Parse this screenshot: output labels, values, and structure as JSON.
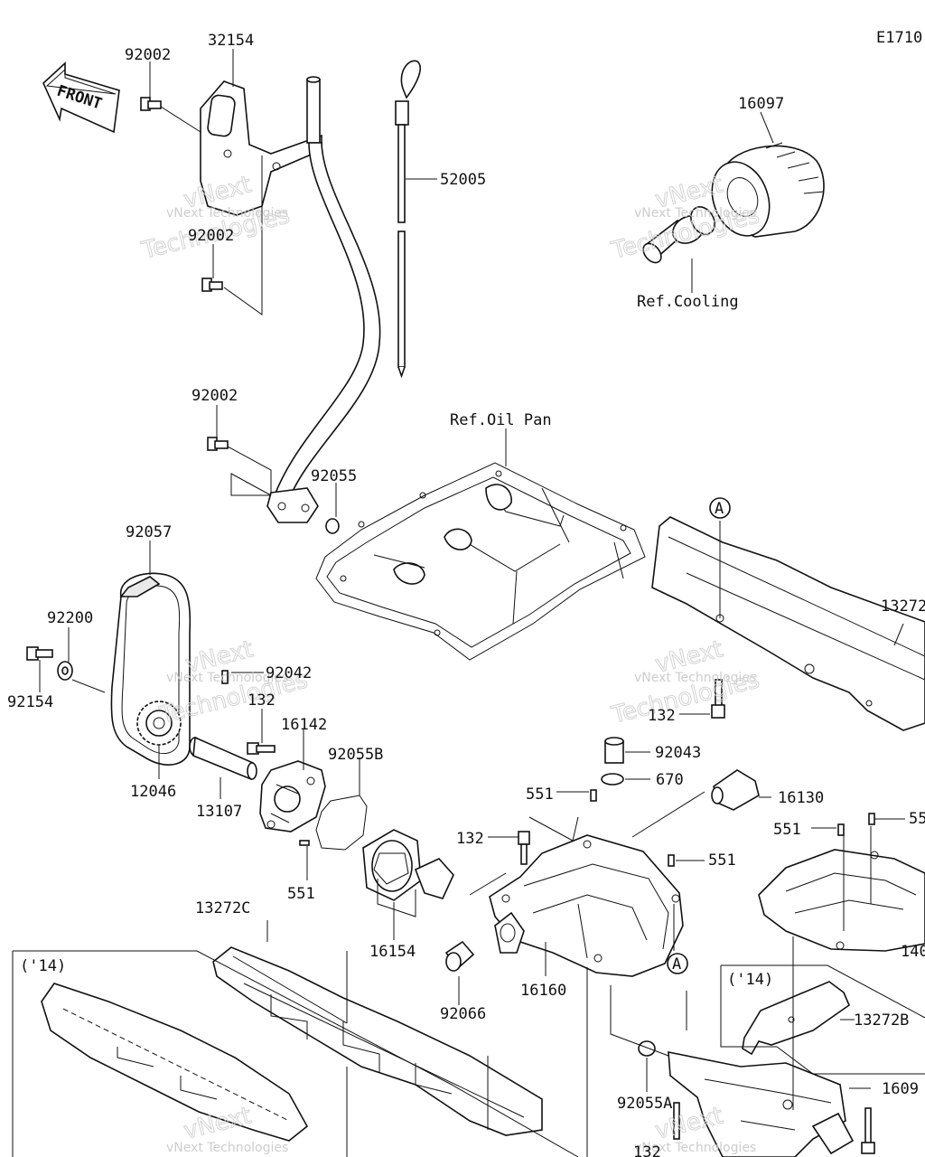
{
  "diagram_code": "E1710",
  "front_label": "FRONT",
  "refs": {
    "cooling": "Ref.Cooling",
    "oil_pan": "Ref.Oil Pan"
  },
  "callouts": {
    "p32154": "32154",
    "p92002_a": "92002",
    "p92002_b": "92002",
    "p92002_c": "92002",
    "p52005": "52005",
    "p16097_top": "16097",
    "p92055": "92055",
    "p92057": "92057",
    "p92200": "92200",
    "p92154": "92154",
    "p92042": "92042",
    "p132_a": "132",
    "p16142": "16142",
    "p92055B": "92055B",
    "p12046": "12046",
    "p13107": "13107",
    "p551_a": "551",
    "p16154": "16154",
    "p13272C": "13272C",
    "p14_left": "('14)",
    "p92066": "92066",
    "p16160": "16160",
    "p132_b": "132",
    "p551_b": "551",
    "p551_c": "551",
    "p92043": "92043",
    "p670": "670",
    "p16130": "16130",
    "p551_d": "551",
    "p55_right": "55",
    "p13272_right": "13272",
    "p132_c": "132",
    "p140_right": "140",
    "p14_right": "('14)",
    "p13272B": "13272B",
    "p92055A": "92055A",
    "p1609_right": "1609",
    "p132_bottom": "132",
    "marker_a1": "A",
    "marker_a2": "A"
  },
  "watermark": {
    "brand": "vNext",
    "company": "vNext Technologies",
    "word": "Technologies"
  }
}
